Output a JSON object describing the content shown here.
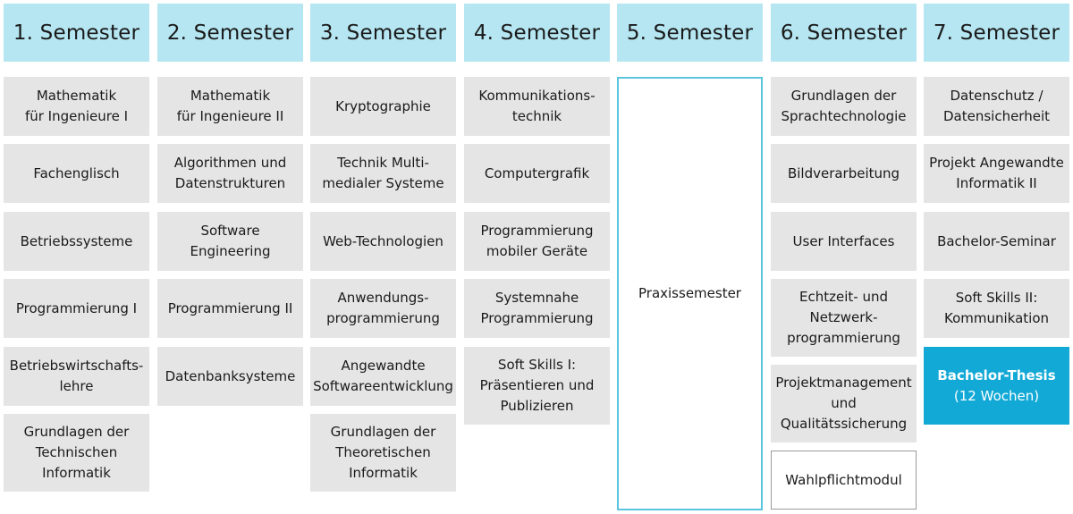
{
  "semesters": [
    {
      "header": "1. Semester",
      "modules": [
        "Mathematik\nfür Ingenieure I",
        "Fachenglisch",
        "Betriebssysteme",
        "Programmierung I",
        "Betriebswirtschafts-\nlehre",
        "Grundlagen der\nTechnischen\nInformatik"
      ]
    },
    {
      "header": "2. Semester",
      "modules": [
        "Mathematik\nfür Ingenieure II",
        "Algorithmen und\nDatenstrukturen",
        "Software\nEngineering",
        "Programmierung II",
        "Datenbanksysteme"
      ]
    },
    {
      "header": "3. Semester",
      "modules": [
        "Kryptographie",
        "Technik Multi-\nmedialer Systeme",
        "Web-Technologien",
        "Anwendungs-\nprogrammierung",
        "Angewandte\nSoftwareentwicklung",
        "Grundlagen der\nTheoretischen\nInformatik"
      ]
    },
    {
      "header": "4. Semester",
      "modules": [
        "Kommunikations-\ntechnik",
        "Computergrafik",
        "Programmierung\nmobiler Geräte",
        "Systemnahe\nProgrammierung",
        "Soft Skills I:\nPräsentieren und\nPublizieren"
      ]
    },
    {
      "header": "5. Semester",
      "modules": [
        "Praxissemester"
      ]
    },
    {
      "header": "6. Semester",
      "modules": [
        "Grundlagen der\nSprachtechnologie",
        "Bildverarbeitung",
        "User Interfaces",
        "Echtzeit- und\nNetzwerk-\nprogrammierung",
        "Projektmanagement\nund\nQualitätssicherung",
        "Wahlpflichtmodul"
      ]
    },
    {
      "header": "7. Semester",
      "modules": [
        "Datenschutz /\nDatensicherheit",
        "Projekt Angewandte\nInformatik II",
        "Bachelor-Seminar",
        "Soft Skills II:\nKommunikation"
      ],
      "thesis": {
        "title": "Bachelor-Thesis",
        "subtitle": "(12 Wochen)"
      }
    }
  ],
  "colors": {
    "header_bg": "#b5e6f2",
    "module_bg": "#e5e5e5",
    "thesis_bg": "#12a9d6",
    "praxis_border": "#5bc5df",
    "elective_border": "#9a9a9a"
  }
}
